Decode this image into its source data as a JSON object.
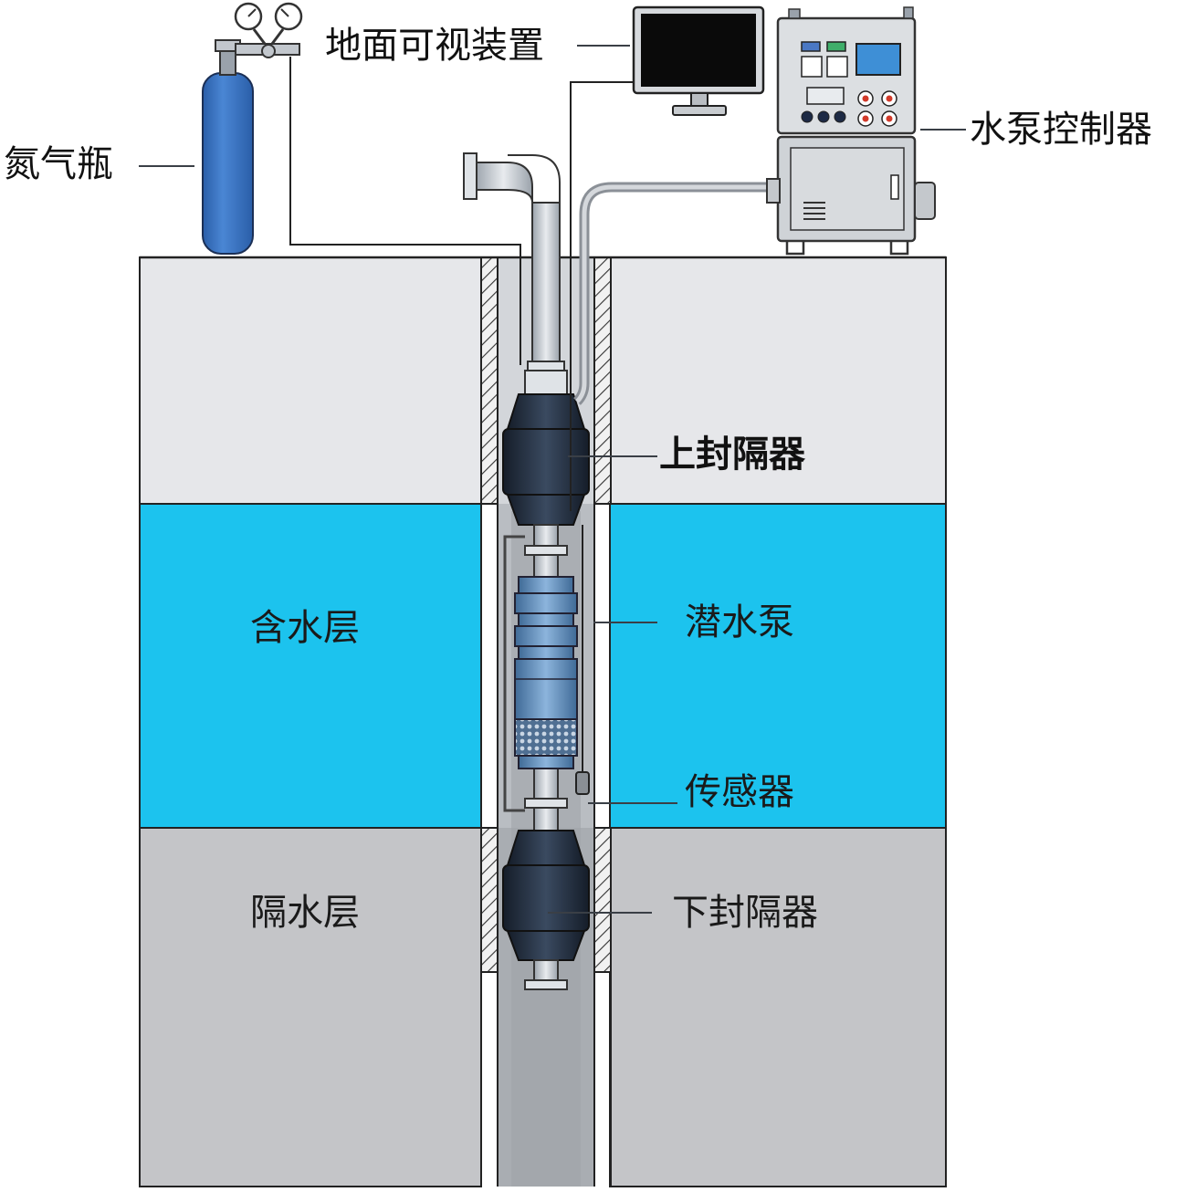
{
  "labels": {
    "nitrogen_bottle": "氮气瓶",
    "surface_display": "地面可视装置",
    "pump_controller": "水泵控制器",
    "upper_packer": "上封隔器",
    "aquifer": "含水层",
    "submersible_pump": "潜水泵",
    "sensor": "传感器",
    "aquitard": "隔水层",
    "lower_packer": "下封隔器"
  },
  "colors": {
    "top_layer": "#e6e7ea",
    "aquifer": "#1cc3ee",
    "aquitard": "#c4c5c8",
    "bottle": "#3a74c4",
    "packer": "#243246",
    "pump": "#6e9cc8",
    "casing": "#bfc3c8",
    "pipe": "#c9ced4",
    "monitor_screen": "#0a0a0a",
    "controller_body": "#d9dcdf",
    "controller_screen": "#3e8fd6"
  }
}
